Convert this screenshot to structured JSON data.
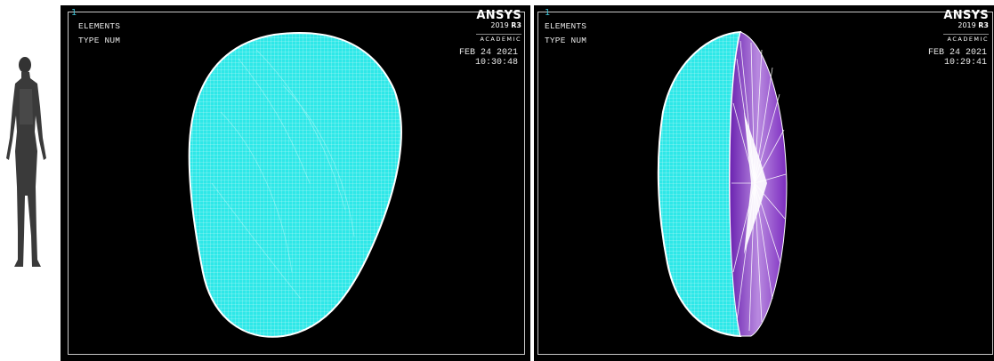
{
  "colors": {
    "background": "#000000",
    "mesh_fill": "#2ee8e8",
    "mesh_lines": "#ffffff",
    "cut_face": "#7b2bbf",
    "window_number": "#3ec3d6"
  },
  "icons": {
    "human_figure": "human-silhouette-icon"
  },
  "panels": [
    {
      "window_number": "1",
      "label_elements": "ELEMENTS",
      "label_type": "TYPE NUM",
      "brand": "ANSYS",
      "version_prefix": "2019 ",
      "version_release": "R3",
      "edition": "ACADEMIC",
      "date": "FEB 24 2021",
      "time": "10:30:48"
    },
    {
      "window_number": "1",
      "label_elements": "ELEMENTS",
      "label_type": "TYPE NUM",
      "brand": "ANSYS",
      "version_prefix": "2019 ",
      "version_release": "R3",
      "edition": "ACADEMIC",
      "date": "FEB 24 2021",
      "time": "10:29:41"
    }
  ]
}
